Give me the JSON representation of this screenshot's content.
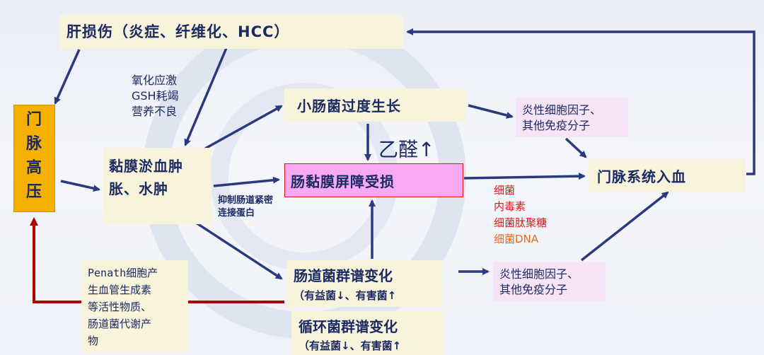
{
  "colors": {
    "arrow": "#2b3a7e",
    "red_arrow": "#b30000",
    "cream_box": "#f8f4dc",
    "pink_box": "#f7e4f6",
    "portal_box": "#f6b000",
    "barrier_box": "#f9a9f4",
    "barrier_border": "#d81a1a"
  },
  "nodes": {
    "liver_injury": "肝损伤（炎症、纤维化、HCC）",
    "portal_hypertension": [
      "门",
      "脉",
      "高",
      "压"
    ],
    "mucosal_congestion": [
      "黏膜淤血肿",
      "胀、水肿"
    ],
    "sibo": "小肠菌过度生长",
    "barrier_damage": "肠黏膜屏障受损",
    "cytokines_top": [
      "炎性细胞因子、",
      "其他免疫分子"
    ],
    "portal_entry": "门脉系统入血",
    "gut_flora_change": [
      "肠道菌群谱变化",
      "（有益菌↓、有害菌↑"
    ],
    "circ_flora_change": [
      "循环菌群谱变化",
      "（有益菌↓、有害菌↑"
    ],
    "cytokines_bottom": [
      "炎性细胞因子、",
      "其他免疫分子"
    ],
    "penath": [
      "Penath细胞产",
      "生血管生成素",
      "等活性物质、",
      "肠道菌代谢产",
      "物"
    ]
  },
  "labels": {
    "oxidative": [
      "氧化应激",
      "GSH耗竭",
      "营养不良"
    ],
    "acetaldehyde": "乙醛↑",
    "tight_junction": [
      "抑制肠道紧密",
      "连接蛋白"
    ],
    "bacteria_items": [
      "细菌",
      "内毒素",
      "细菌肽聚糖",
      "细菌DNA"
    ]
  }
}
